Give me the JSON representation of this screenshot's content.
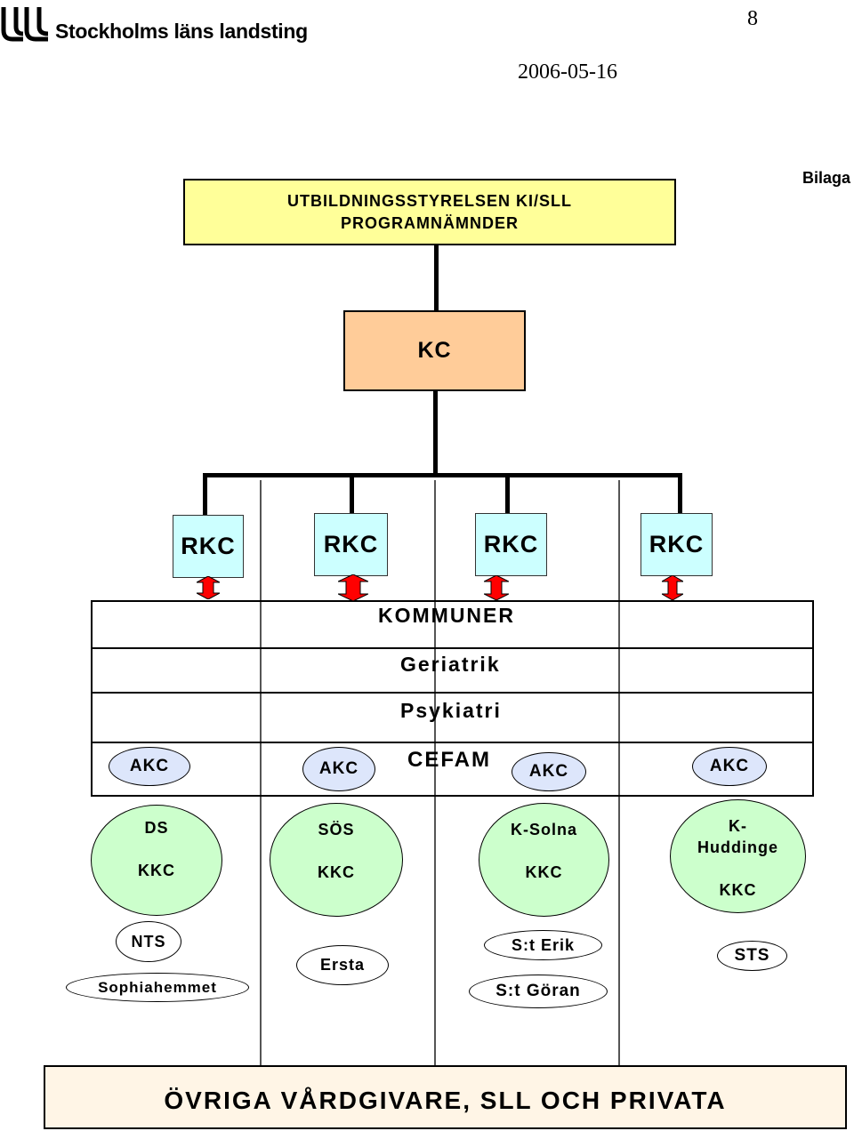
{
  "header": {
    "org_name": "Stockholms läns landsting",
    "page_number": "8",
    "date": "2006-05-16",
    "attachment_label": "Bilaga"
  },
  "top_box": {
    "line1": "UTBILDNINGSSTYRELSEN KI/SLL",
    "line2": "PROGRAMNÄMNDER"
  },
  "kc_box": {
    "label": "KC"
  },
  "rkc": [
    "RKC",
    "RKC",
    "RKC",
    "RKC"
  ],
  "bands": {
    "kommuner": "KOMMUNER",
    "geriatrik": "Geriatrik",
    "psykiatri": "Psykiatri",
    "cefam": "CEFAM"
  },
  "akc": [
    "AKC",
    "AKC",
    "AKC",
    "AKC"
  ],
  "kkc": [
    {
      "name": "DS",
      "type": "KKC"
    },
    {
      "name": "SÖS",
      "type": "KKC"
    },
    {
      "name": "K-Solna",
      "type": "KKC"
    },
    {
      "name_line1": "K-",
      "name_line2": "Huddinge",
      "type": "KKC"
    }
  ],
  "hospitals": {
    "nts": "NTS",
    "sophiahemmet": "Sophiahemmet",
    "ersta": "Ersta",
    "st_erik": "S:t Erik",
    "st_goran": "S:t Göran",
    "sts": "STS"
  },
  "bottom_box": {
    "label": "ÖVRIGA VÅRDGIVARE, SLL OCH PRIVATA"
  },
  "colors": {
    "top_box": "#ffff99",
    "kc_box": "#ffcc99",
    "rkc_box": "#ccffff",
    "akc_ellipse": "#dde6fb",
    "kkc_circle": "#ccffcc",
    "bottom_box": "#fff5e6",
    "arrow_red": "#ff0000"
  }
}
